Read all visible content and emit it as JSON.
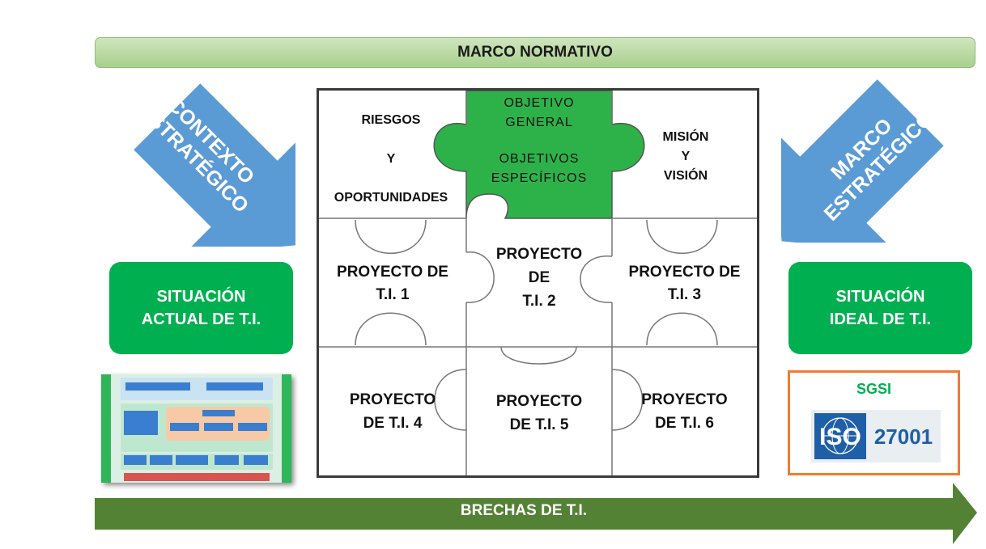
{
  "marco_normativo": "MARCO NORMATIVO",
  "contexto": {
    "line1": "CONTEXTO",
    "line2": "ESTRATÉGICO"
  },
  "marco_estrategico": {
    "line1": "MARCO",
    "line2": "ESTRATÉGICO"
  },
  "situacion_actual": {
    "line1": "SITUACIÓN",
    "line2": "ACTUAL DE T.I."
  },
  "situacion_ideal": {
    "line1": "SITUACIÓN",
    "line2": "IDEAL DE T.I."
  },
  "puzzle": {
    "riesgos": {
      "line1": "RIESGOS",
      "line2": "Y",
      "line3": "OPORTUNIDADES"
    },
    "objetivo": {
      "line1": "OBJETIVO",
      "line2": "GENERAL",
      "line3": "OBJETIVOS",
      "line4": "ESPECÍFICOS"
    },
    "mision": {
      "line1": "MISIÓN",
      "line2": "Y",
      "line3": "VISIÓN"
    },
    "p1": {
      "line1": "PROYECTO DE",
      "line2": "T.I. 1"
    },
    "p2": {
      "line1": "PROYECTO",
      "line2": "DE",
      "line3": "T.I. 2"
    },
    "p3": {
      "line1": "PROYECTO DE",
      "line2": "T.I. 3"
    },
    "p4": {
      "line1": "PROYECTO",
      "line2": "DE T.I. 4"
    },
    "p5": {
      "line1": "PROYECTO",
      "line2": "DE T.I. 5"
    },
    "p6": {
      "line1": "PROYECTO",
      "line2": "DE T.I. 6"
    }
  },
  "sgsi": {
    "label": "SGSI",
    "iso": "ISO",
    "number": "27001"
  },
  "brechas": "BRECHAS DE T.I.",
  "colors": {
    "green_box": "#00b050",
    "blue_arrow": "#5b9bd5",
    "brechas_arrow": "#548235",
    "marco_bar": "#a8d08d",
    "sgsi_border": "#ed7d31",
    "iso_blue": "#1f5fa8"
  }
}
